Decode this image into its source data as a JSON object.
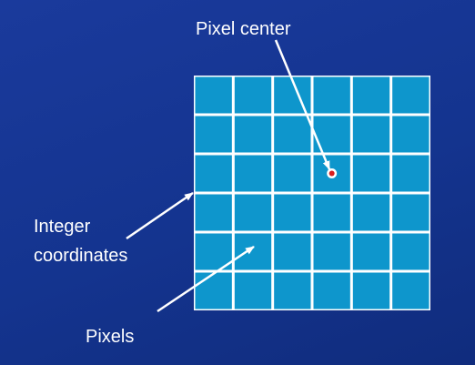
{
  "labels": {
    "pixel_center": "Pixel center",
    "integer": "Integer",
    "coordinates": "coordinates",
    "pixels": "Pixels"
  },
  "grid": {
    "rows": 6,
    "cols": 6,
    "cell_fill": "#0e96cc",
    "line_color": "#ffffff"
  },
  "marker": {
    "row": 2,
    "col": 3,
    "fill": "#d91f1f",
    "ring": "#ffffff"
  },
  "colors": {
    "background": "#14348f",
    "text": "#ffffff",
    "arrow": "#ffffff"
  }
}
